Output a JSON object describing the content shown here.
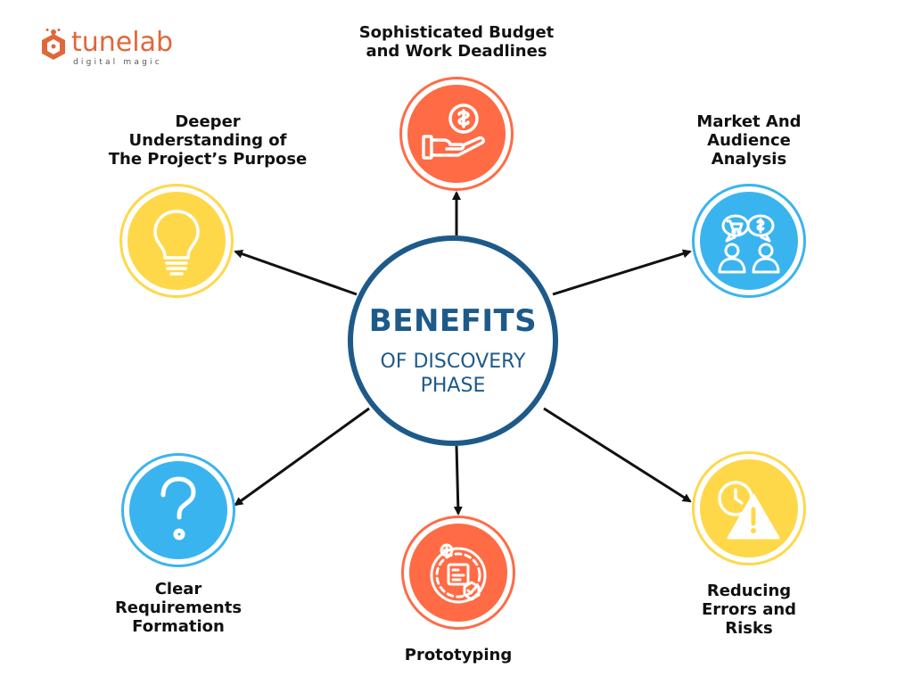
{
  "brand": {
    "name_part1": "tune",
    "name_part2": "lab",
    "tagline": "digital magic",
    "accent": "#e0673a"
  },
  "center": {
    "title": "BENEFITS",
    "subtitle": "OF DISCOVERY PHASE",
    "color": "#1d5a8a"
  },
  "benefits": [
    {
      "label": "Sophisticated Budget\nand Work Deadlines",
      "icon": "hand-money-icon",
      "color": "#ff6b45"
    },
    {
      "label": "Market And\nAudience\nAnalysis",
      "icon": "audience-dialog-icon",
      "color": "#3ab4ef"
    },
    {
      "label": "Reducing\nErrors and\nRisks",
      "icon": "clock-warning-icon",
      "color": "#ffd84a"
    },
    {
      "label": "Prototyping",
      "icon": "gear-prototype-icon",
      "color": "#ff6b45"
    },
    {
      "label": "Clear\nRequirements\nFormation",
      "icon": "question-mark-icon",
      "color": "#3ab4ef"
    },
    {
      "label": "Deeper\nUnderstanding of\nThe Project’s Purpose",
      "icon": "light-bulb-icon",
      "color": "#ffd84a"
    }
  ]
}
